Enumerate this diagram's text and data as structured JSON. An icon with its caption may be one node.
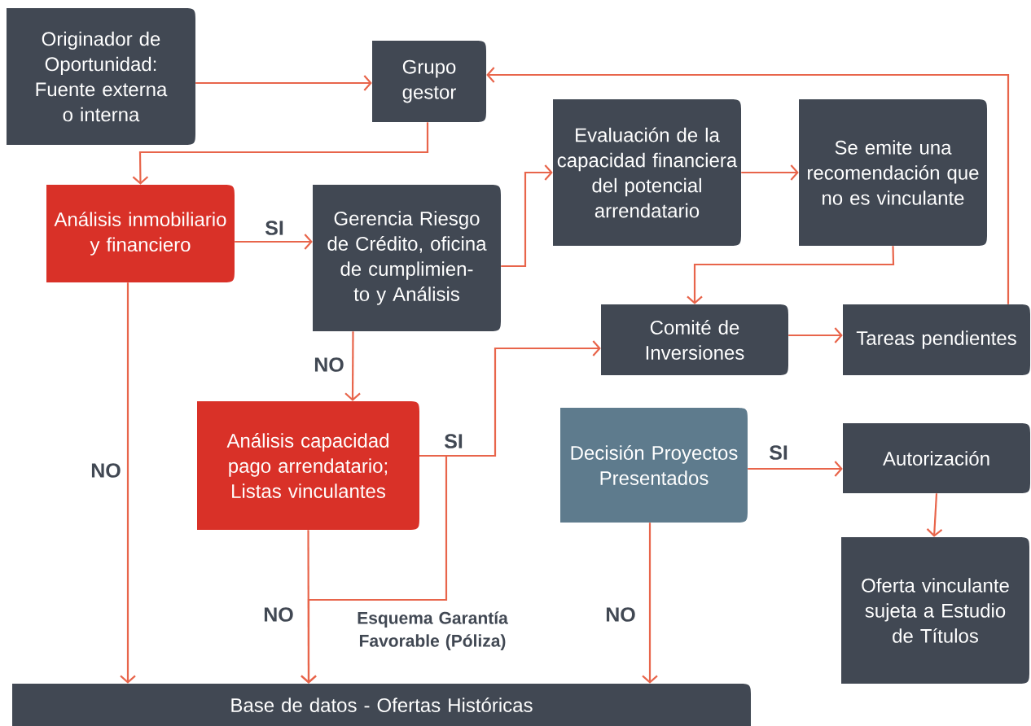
{
  "diagram": {
    "nodes": [
      {
        "text": [
          "Originador de Oportunidad: Fuente externa o interna"
        ]
      },
      {
        "text": [
          "Grupo gestor"
        ]
      },
      {
        "text": [
          "Análisis inmobiliario y financiero"
        ]
      },
      {
        "text": [
          "Gerencia Riesgo de Crédito, oficina de cumplimien-to y Análisis"
        ]
      },
      {
        "text": [
          "Evaluación de la capacidad financiera del potencial arrendatario"
        ]
      },
      {
        "text": [
          "Se emite una recomendación que no es vinculante"
        ]
      },
      {
        "text": [
          "Comité de Inversiones"
        ]
      },
      {
        "text": [
          "Tareas pendientes"
        ]
      },
      {
        "text": [
          "Análisis capacidad pago arrendatario; Listas vinculantes"
        ]
      },
      {
        "text": [
          "Decisión Proyectos Presentados"
        ]
      },
      {
        "text": [
          "Autorización"
        ]
      },
      {
        "text": [
          "Oferta vinculante sujeta a Estudio de Títulos"
        ]
      },
      {
        "text": [
          "Base de datos - Ofertas Históricas"
        ]
      }
    ],
    "edges": [
      {
        "from": 0,
        "to": 1,
        "arrow": "to"
      },
      {
        "from": 1,
        "to": 2,
        "arrow": "to"
      },
      {
        "from": 2,
        "to": 3,
        "arrow": "to",
        "label": "SI"
      },
      {
        "from": 3,
        "to": 4,
        "arrow": "to"
      },
      {
        "from": 4,
        "to": 5,
        "arrow": "to"
      },
      {
        "from": 5,
        "to": 6,
        "arrow": "to"
      },
      {
        "from": 3,
        "to": 8,
        "arrow": "to",
        "label": "NO"
      },
      {
        "from": 8,
        "to": 6,
        "arrow": "to",
        "label": "SI"
      },
      {
        "from": 8,
        "to": 12,
        "arrow": "to",
        "label": "Esquema Garantía Favorable (Póliza)"
      },
      {
        "from": 8,
        "to": 12,
        "arrow": "to",
        "label": "NO"
      },
      {
        "from": 2,
        "to": 12,
        "arrow": "to",
        "label": "NO"
      },
      {
        "from": 6,
        "to": 7,
        "arrow": "to"
      },
      {
        "from": 7,
        "to": 1,
        "arrow": "to"
      },
      {
        "from": 9,
        "to": 10,
        "arrow": "to",
        "label": "SI"
      },
      {
        "from": 9,
        "to": 12,
        "arrow": "to",
        "label": "NO"
      },
      {
        "from": 10,
        "to": 11,
        "arrow": "to"
      }
    ]
  }
}
